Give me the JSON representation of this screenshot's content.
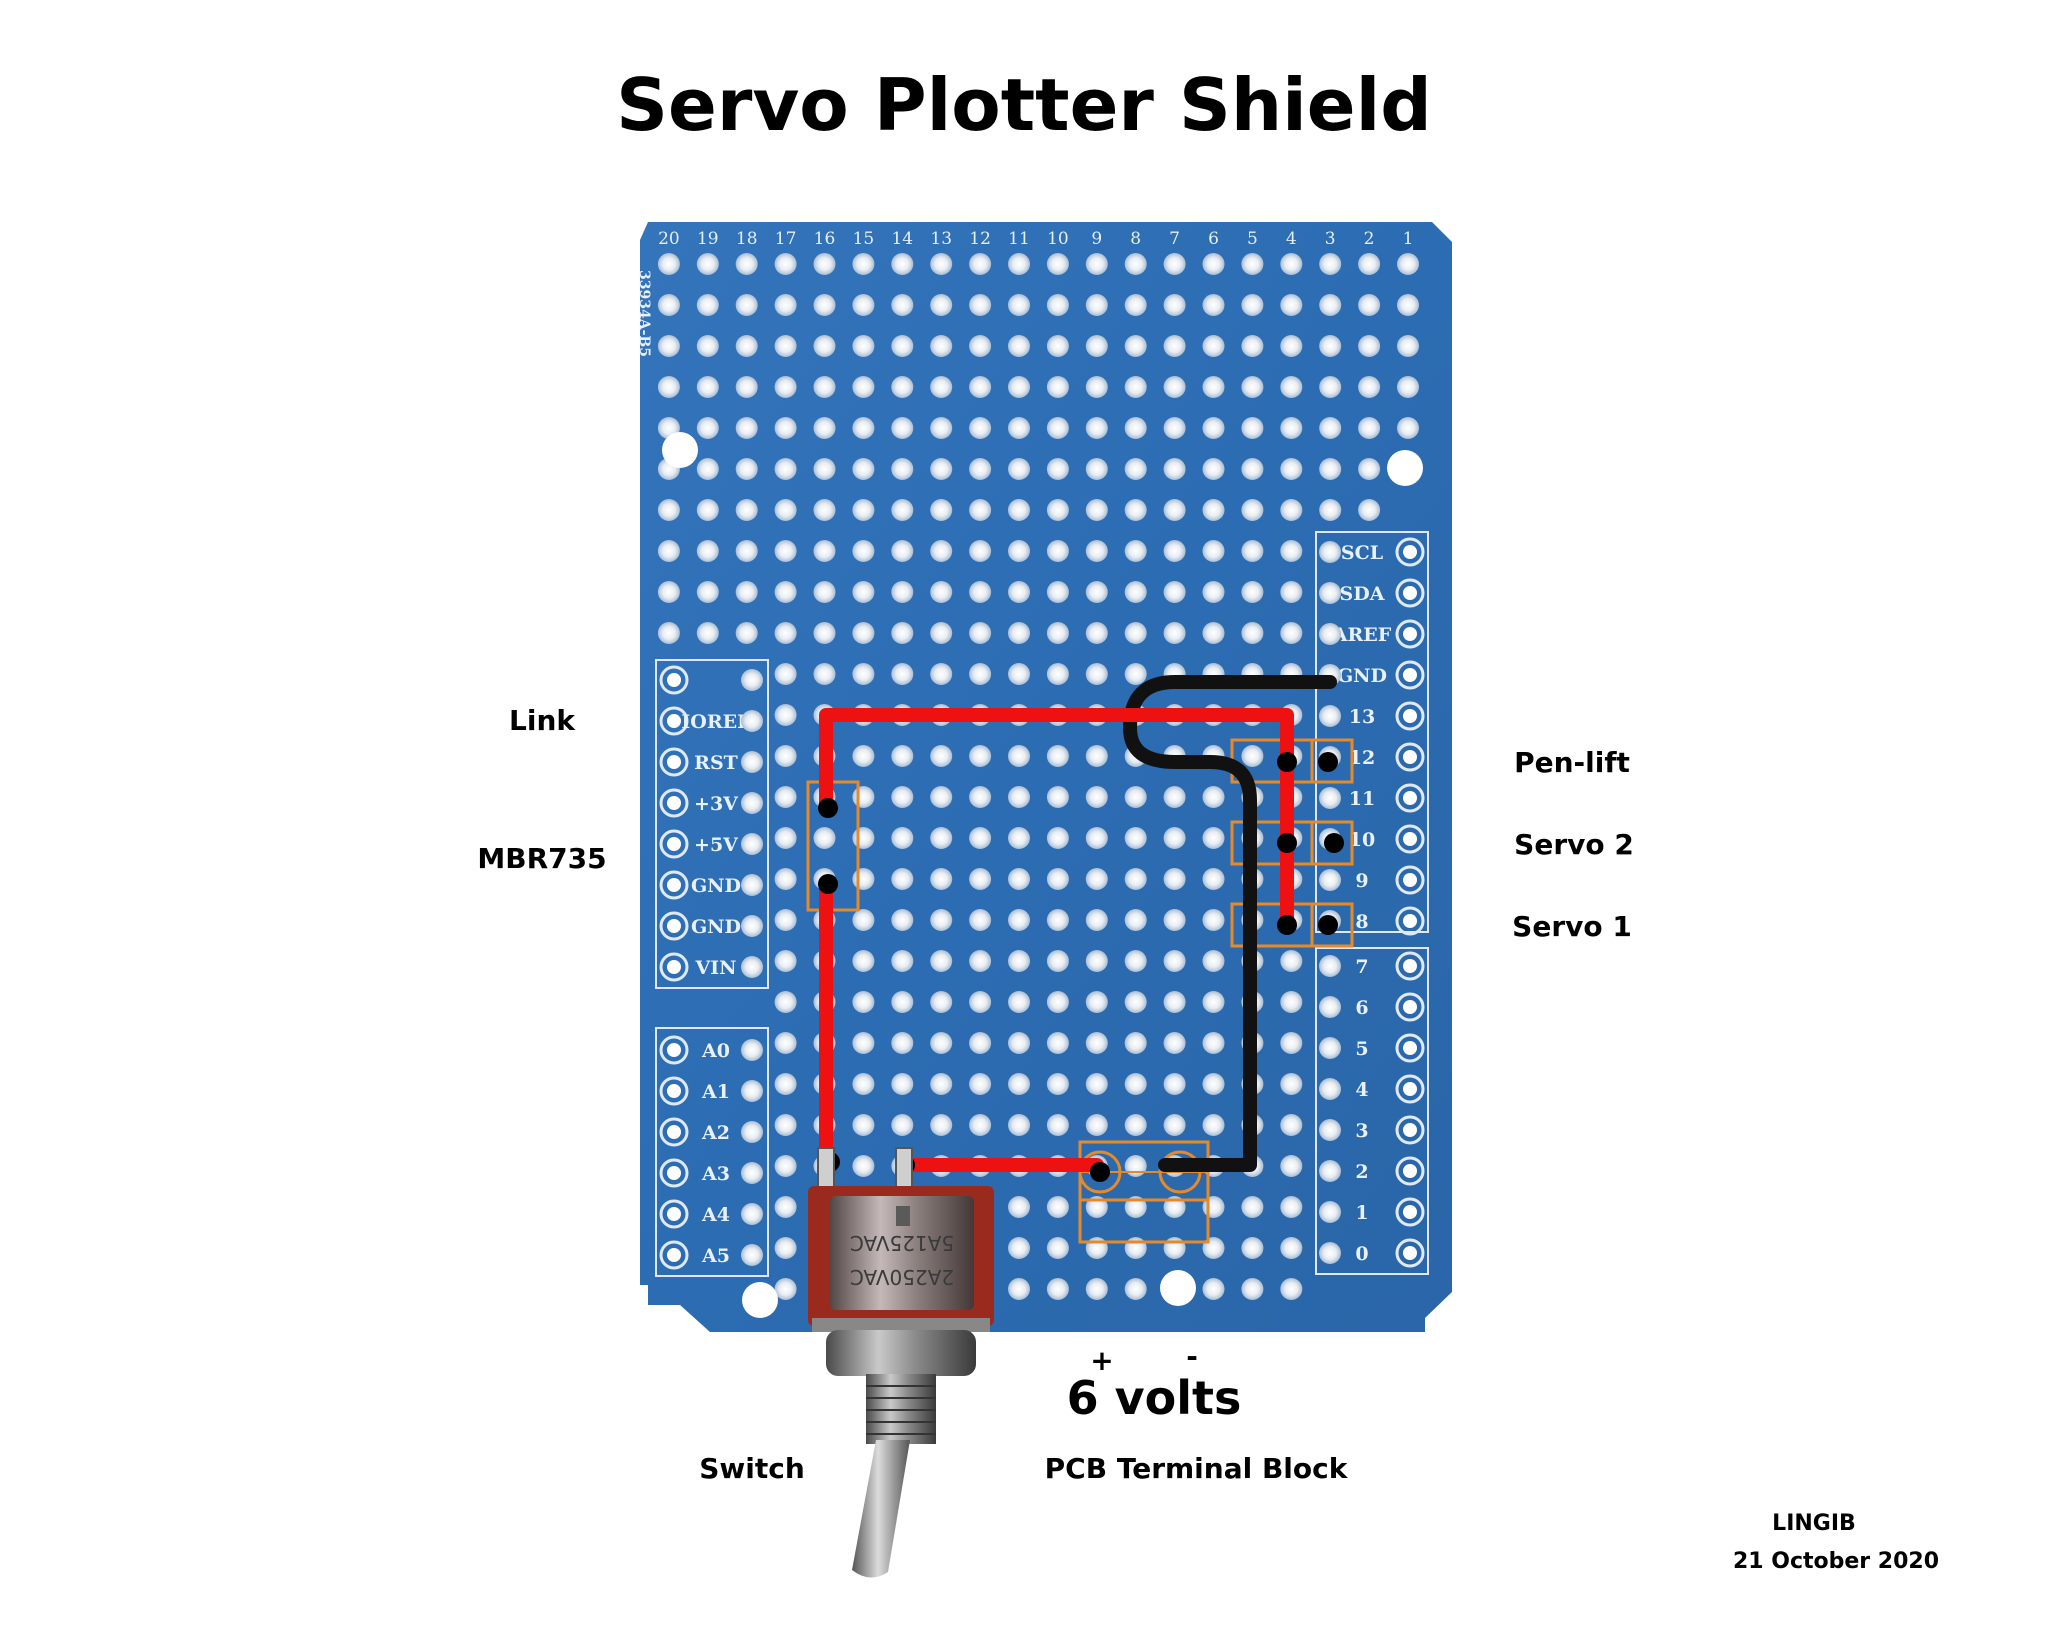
{
  "title": "Servo Plotter Shield",
  "labels": {
    "link": "Link",
    "diode": "MBR735",
    "pen_lift": "Pen-lift",
    "servo2": "Servo 2",
    "servo1": "Servo 1",
    "plus": "+",
    "minus": "-",
    "voltage": "6 volts",
    "switch": "Switch",
    "terminal_block": "PCB Terminal Block",
    "author": "LINGIB",
    "date": "21 October 2020"
  },
  "board": {
    "color": "#2f6fb5",
    "column_numbers": [
      "20",
      "19",
      "18",
      "17",
      "16",
      "15",
      "14",
      "13",
      "12",
      "11",
      "10",
      "9",
      "8",
      "7",
      "6",
      "5",
      "4",
      "3",
      "2",
      "1"
    ],
    "part_number": "33934A-B5",
    "power_pins": [
      "",
      "IOREF",
      "RST",
      "+3V",
      "+5V",
      "GND",
      "GND",
      "VIN"
    ],
    "analog_pins": [
      "A0",
      "A1",
      "A2",
      "A3",
      "A4",
      "A5"
    ],
    "digital_pins_upper": [
      "SCL",
      "SDA",
      "AREF",
      "GND",
      "13",
      "12",
      "11",
      "10",
      "9",
      "8"
    ],
    "digital_pins_lower": [
      "7",
      "6",
      "5",
      "4",
      "3",
      "2",
      "1",
      "0"
    ]
  },
  "switch": {
    "ratings": [
      "5A125VAC",
      "2A250VAC"
    ]
  },
  "colors": {
    "positive_wire": "#ee1111",
    "ground_wire": "#111111",
    "component_outline": "#e58a2b"
  }
}
